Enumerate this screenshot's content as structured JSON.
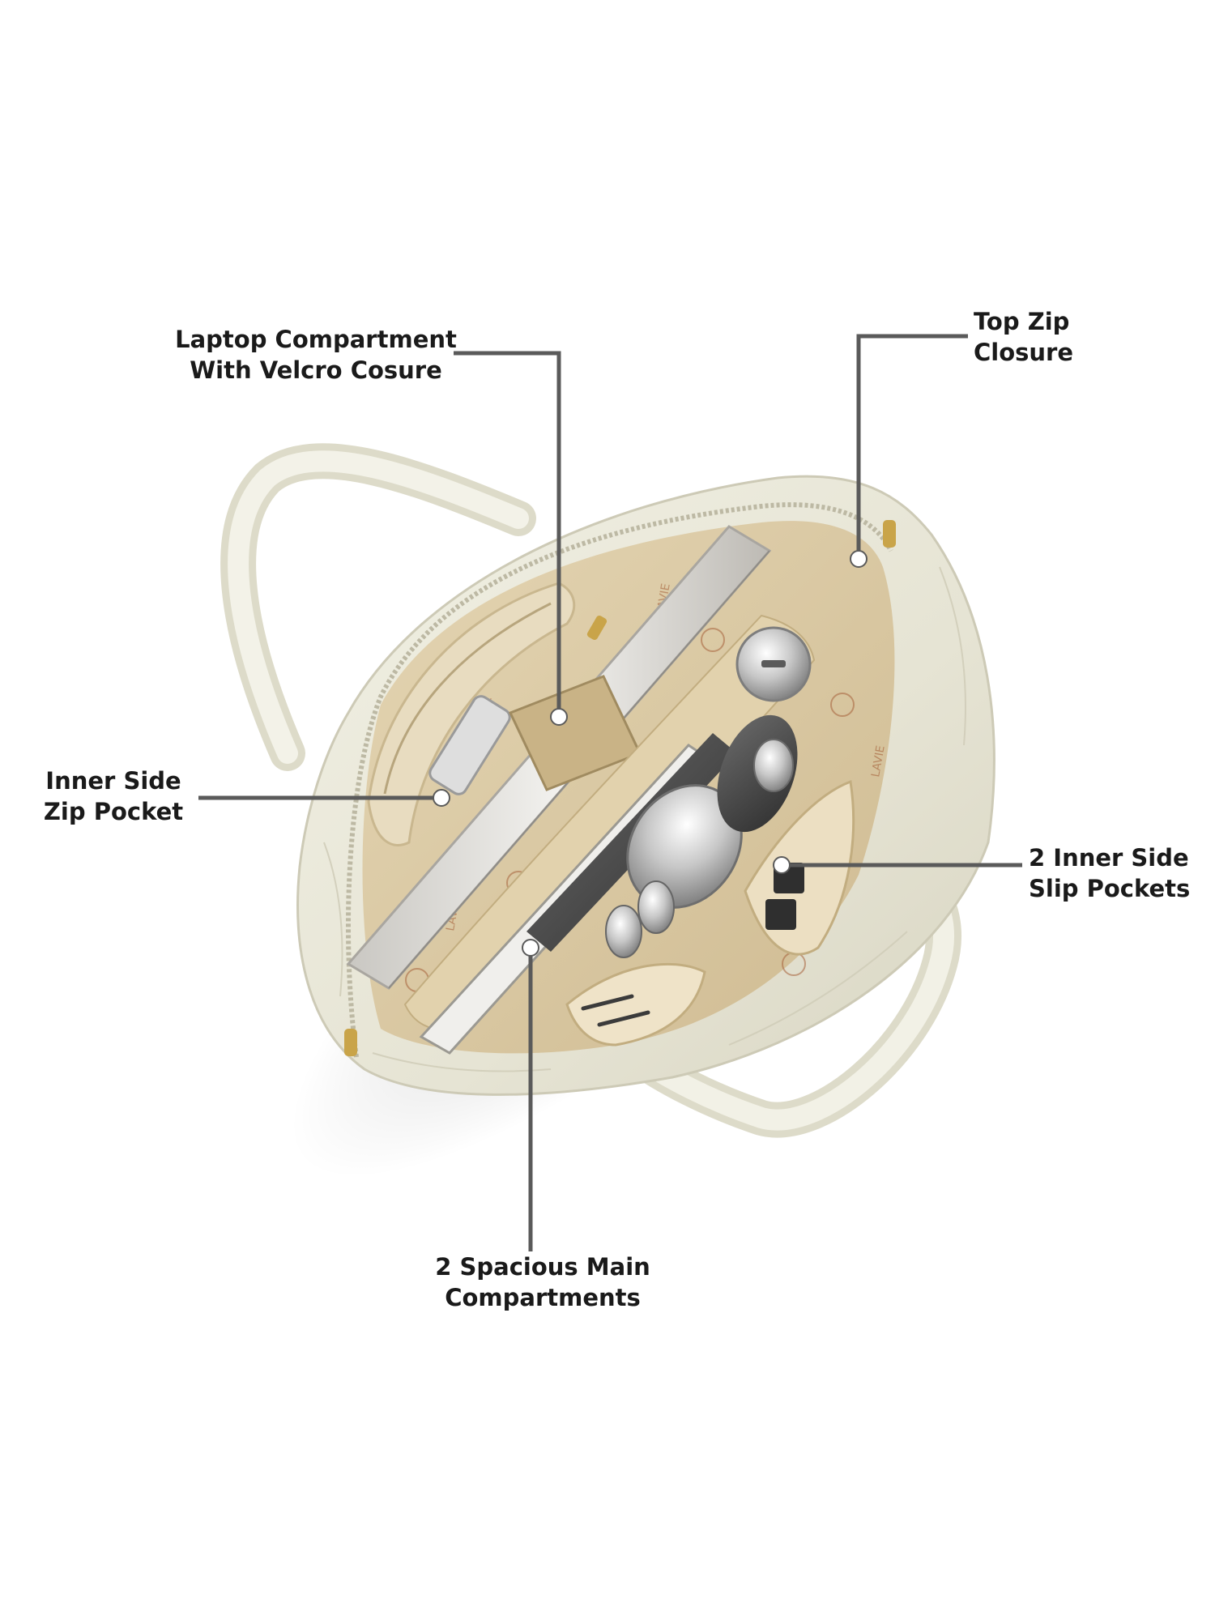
{
  "colors": {
    "leader_line": "#5a5a5a",
    "callout_dot": "#ffffff",
    "bag_exterior": "#e9e7d8",
    "bag_lining": "#d9c7a1",
    "lining_print": "#a5603a",
    "zipper_metal": "#c9a449"
  },
  "lining_print": {
    "brand_text": "LAVIE"
  },
  "callouts": [
    {
      "id": "laptop-compartment",
      "lines": [
        "Laptop Compartment",
        "With Velcro Cosure"
      ]
    },
    {
      "id": "top-zip-closure",
      "lines": [
        "Top Zip",
        "Closure"
      ]
    },
    {
      "id": "inner-side-zip-pocket",
      "lines": [
        "Inner Side",
        "Zip Pocket"
      ]
    },
    {
      "id": "inner-side-slip-pockets",
      "lines": [
        "2 Inner Side",
        "Slip Pockets"
      ]
    },
    {
      "id": "main-compartments",
      "lines": [
        "2 Spacious Main",
        "Compartments"
      ]
    }
  ]
}
